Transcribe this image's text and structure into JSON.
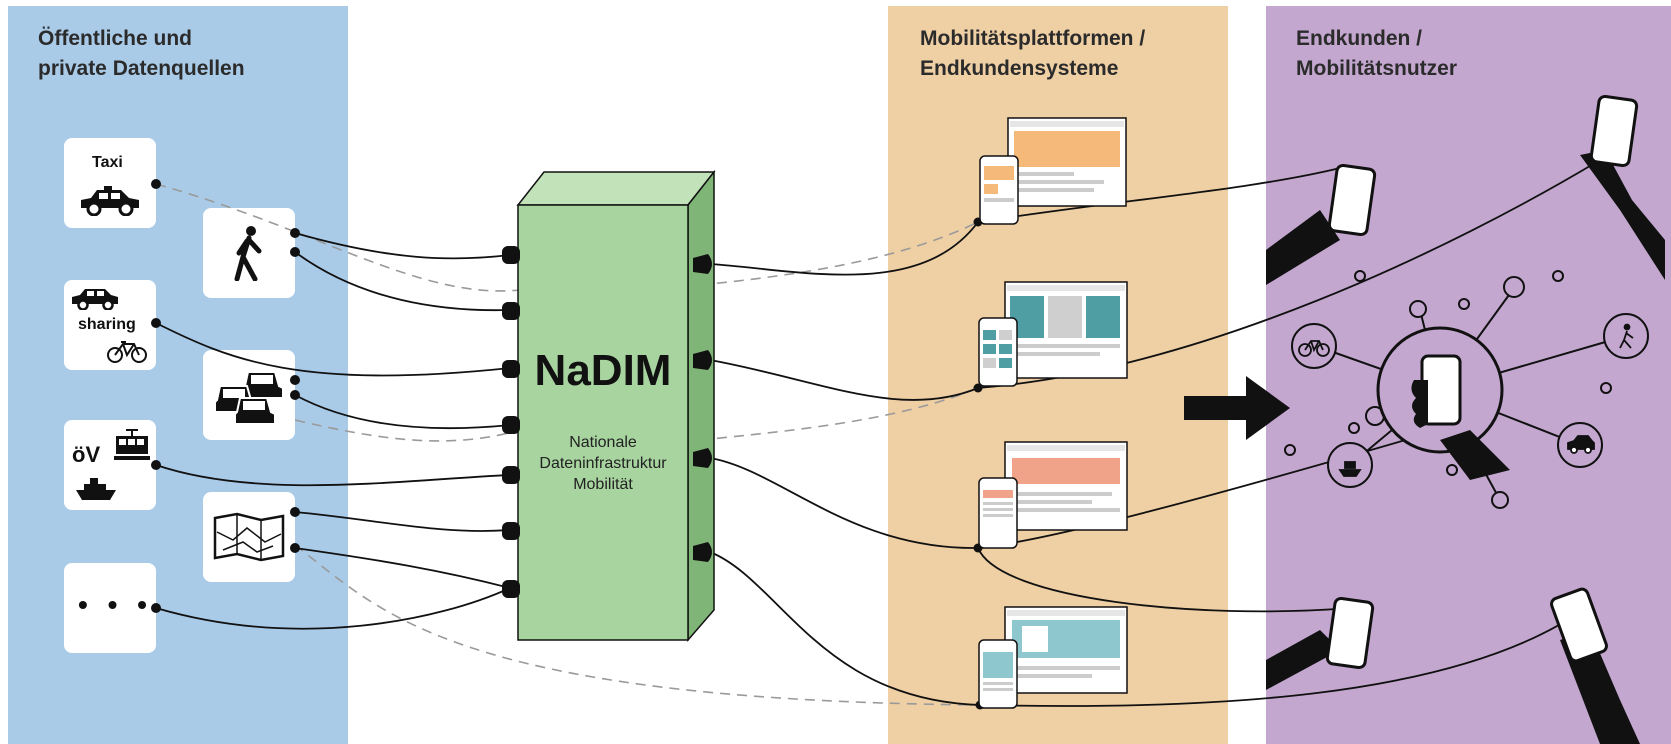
{
  "panels": {
    "sources": {
      "title": "Öffentliche und\nprivate Datenquellen"
    },
    "platforms": {
      "title": "Mobilitätsplattformen /\nEndkundensysteme"
    },
    "users": {
      "title": "Endkunden /\nMobilitätsnutzer"
    }
  },
  "sources": {
    "taxi": {
      "label": "Taxi",
      "icon": "car-icon"
    },
    "sharing": {
      "label": "sharing",
      "icons": [
        "car-icon",
        "bicycle-icon"
      ]
    },
    "transit": {
      "label": "öV",
      "icons": [
        "tram-icon",
        "ship-icon"
      ]
    },
    "more": {
      "label": "• • •"
    },
    "intermediates": [
      "pedestrian-icon",
      "traffic-cars-icon",
      "map-icon"
    ]
  },
  "hub": {
    "title": "NaDIM",
    "subtitle": "Nationale\nDateninfrastruktur\nMobilität"
  },
  "platforms": {
    "items": [
      "browser-phone-orange",
      "browser-phone-teal",
      "browser-phone-salmon",
      "browser-phone-blue"
    ]
  },
  "users": {
    "center_icon": "smartphone-hand-icon",
    "mode_icons": [
      "bicycle-icon",
      "pedestrian-icon",
      "ship-icon",
      "car-icon"
    ]
  },
  "arrow": {
    "icon": "arrow-right-icon"
  },
  "colors": {
    "sources_bg": "#a9cbe8",
    "platforms_bg": "#efcfa4",
    "users_bg": "#c3a7cf",
    "hub_green": "#a8d4a0",
    "orange": "#f5b97a",
    "teal": "#4f9ea3",
    "salmon": "#f1a389",
    "lightblue": "#8fc7cf"
  }
}
